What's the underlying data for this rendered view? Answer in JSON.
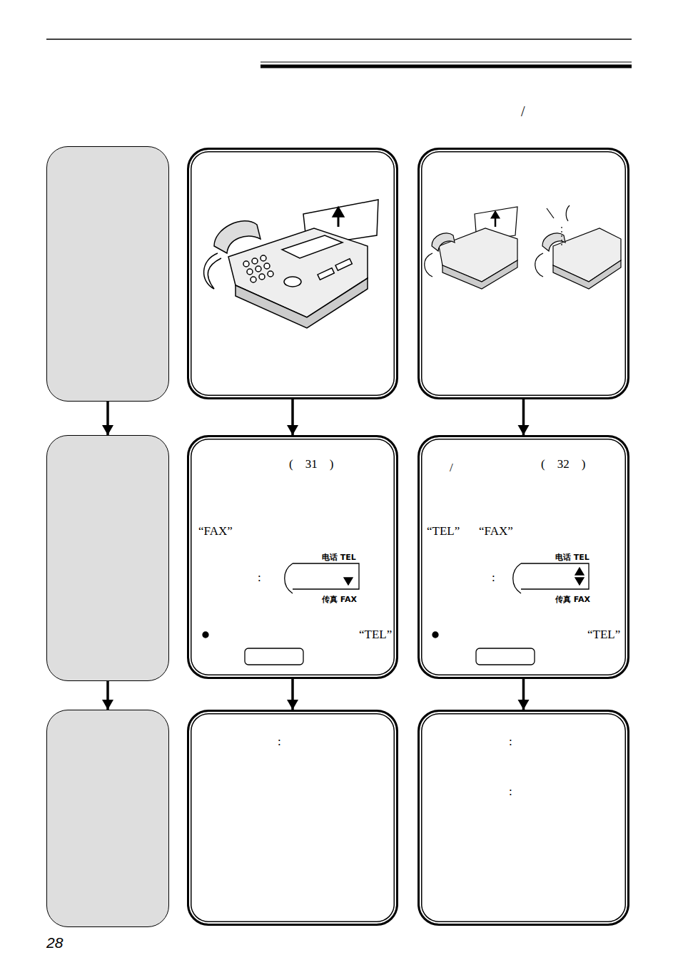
{
  "diagram": {
    "nodes": [
      {
        "text": []
      },
      {
        "text": []
      },
      {
        "text": []
      },
      {
        "text": []
      },
      {
        "text": [
          "(    31    )",
          "“FAX”",
          ":",
          "电话 TEL",
          "传真 FAX",
          "“TEL”"
        ]
      },
      {
        "text": [
          "/",
          "(    32    )",
          "“TEL”",
          "“FAX”",
          ":",
          "电话 TEL",
          "传真 FAX",
          "“TEL”"
        ]
      },
      {
        "text": []
      },
      {
        "text": [
          ":"
        ]
      },
      {
        "text": [
          ":",
          ":"
        ]
      }
    ],
    "edges": [
      {
        "from": 0,
        "to": 3,
        "arrow": "to"
      },
      {
        "from": 3,
        "to": 6,
        "arrow": "to"
      },
      {
        "from": 1,
        "to": 4,
        "arrow": "to"
      },
      {
        "from": 4,
        "to": 7,
        "arrow": "to"
      },
      {
        "from": 2,
        "to": 5,
        "arrow": "to"
      },
      {
        "from": 5,
        "to": 8,
        "arrow": "to"
      }
    ],
    "labels": [
      "/",
      "28"
    ]
  }
}
